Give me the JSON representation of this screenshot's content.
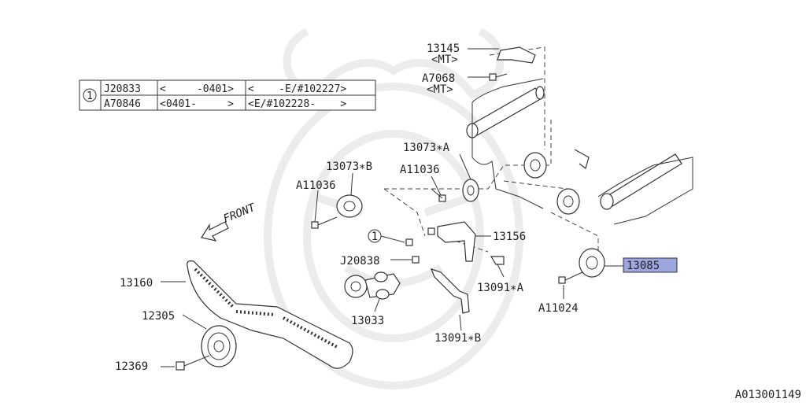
{
  "table": {
    "ref": "1",
    "rows": [
      {
        "part": "J20833",
        "date": "<     -0401>",
        "serial": "<    -E/#102227>"
      },
      {
        "part": "A70846",
        "date": "<0401-     >",
        "serial": "<E/#102228-    >"
      }
    ]
  },
  "front_label": "FRONT",
  "callout_ref": "1",
  "labels": {
    "p13145": "13145",
    "p13145_note": "<MT>",
    "pA7068": "A7068",
    "pA7068_note": "<MT>",
    "p13073A": "13073∗A",
    "p13073B": "13073∗B",
    "pA11036_a": "A11036",
    "pA11036_b": "A11036",
    "p13156": "13156",
    "pJ20838": "J20838",
    "p13085": "13085",
    "p13160": "13160",
    "p13091A": "13091∗A",
    "pA11024": "A11024",
    "p12305": "12305",
    "p13033": "13033",
    "p13091B": "13091∗B",
    "p12369": "12369"
  },
  "highlight_color": "#9ea6e0",
  "image_code": "A013001149"
}
